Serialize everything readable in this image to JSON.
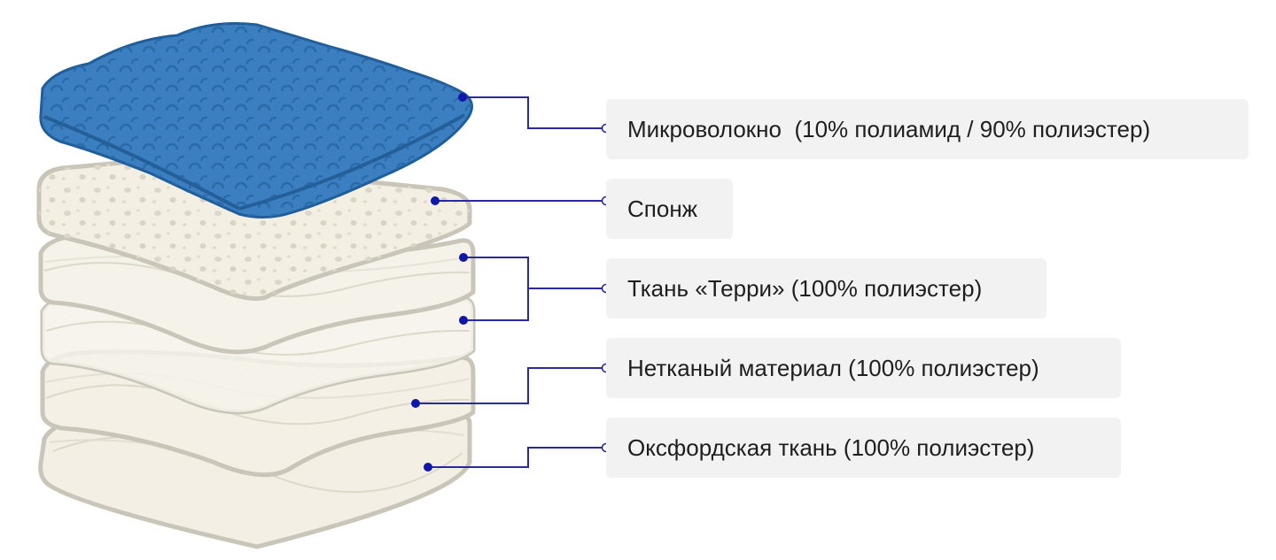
{
  "layers": [
    {
      "id": "microfiber",
      "label": "Микроволокно  (10% полиамид / 90% полиэстер)"
    },
    {
      "id": "sponge",
      "label": "Спонж"
    },
    {
      "id": "terry",
      "label": "Ткань «Терри» (100% полиэстер)"
    },
    {
      "id": "nonwoven",
      "label": "Нетканый материал (100% полиэстер)"
    },
    {
      "id": "oxford",
      "label": "Оксфордская ткань (100% полиэстер)"
    }
  ],
  "colors": {
    "connector": "#2a2aa0",
    "dot": "#1018a8",
    "microfiber": "#3f82c4",
    "microfiber_dark": "#1f5d9b",
    "layer_fill": "#f4f1e8",
    "layer_edge": "#c7c4b8",
    "label_bg": "#f2f2f2"
  }
}
